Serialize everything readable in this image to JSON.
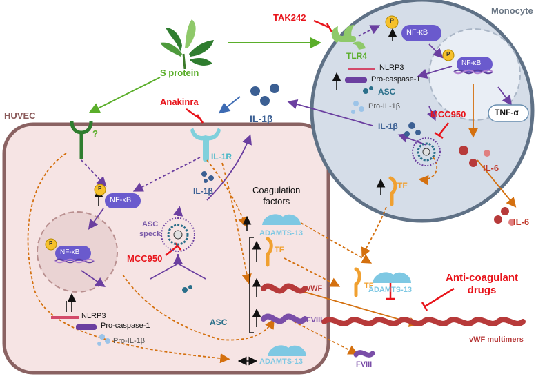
{
  "labels": {
    "monocyte": "Monocyte",
    "huvec": "HUVEC",
    "s_protein": "S protein",
    "question": "?",
    "tak242": "TAK242",
    "anakinra": "Anakinra",
    "mcc950_top": "MCC950",
    "mcc950_bottom": "MCC950",
    "tlr4": "TLR4",
    "il1r": "IL-1R",
    "nfkb_mono_1": "NF-κB",
    "nfkb_mono_2": "NF-κB",
    "nfkb_huvec_1": "NF-κB",
    "nfkb_huvec_2": "NF-κB",
    "p": "P",
    "nlrp3_mono": "NLRP3",
    "procasp_mono": "Pro-caspase-1",
    "asc_mono": "ASC",
    "proil_mono": "Pro-IL-1β",
    "il1b_mono": "IL-1β",
    "il1b_out": "IL-1β",
    "il1b_huvec": "IL-1β",
    "tnf": "TNF-α",
    "il6_in": "IL-6",
    "il6_out": "IL-6",
    "tf_mono": "TF",
    "tf_out": "TF",
    "tf_huvec": "TF",
    "asc_speck": "ASC\nspeck",
    "nlrp3_huvec": "NLRP3",
    "procasp_huvec": "Pro-caspase-1",
    "proil_huvec": "Pro-IL-1β",
    "asc_huvec": "ASC",
    "coag": "Coagulation\nfactors",
    "adamts_1": "ADAMTS-13",
    "adamts_out": "ADAMTS-13",
    "adamts_2": "ADAMTS-13",
    "vwf": "vWF",
    "fviii": "FVIII",
    "fviii_out": "FVIII",
    "anticoag": "Anti-coagulant\ndrugs",
    "vwf_multimers": "vWF multimers"
  },
  "colors": {
    "inhibitor": "#e8141b",
    "green": "#5aae2a",
    "purple": "#6b3fa0",
    "orange": "#d4700f",
    "nfkb": "#6a5acd",
    "huvec_border": "#8a6262",
    "monocyte_border": "#5f7186",
    "adamts": "#7ec8e3",
    "vwf": "#b73a3a",
    "tf": "#f0a030",
    "il1b": "#3b5f93"
  }
}
